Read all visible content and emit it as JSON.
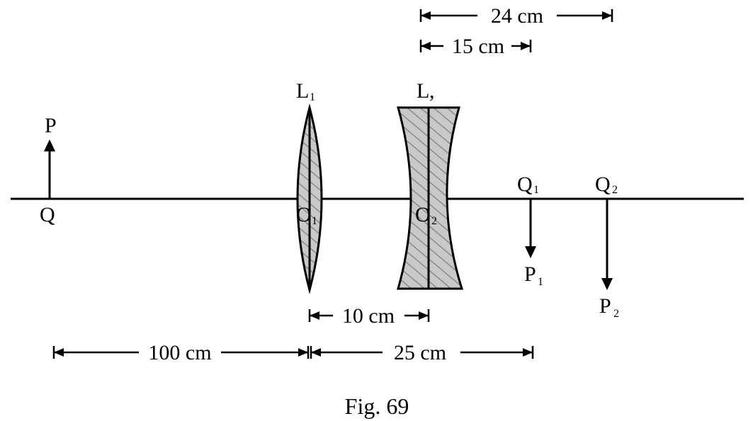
{
  "labels": {
    "object_top": "P",
    "object_base": "Q",
    "lens1": "L",
    "lens1_sub": "1",
    "lens2": "L",
    "lens2_sub": ",",
    "center1": "O",
    "center1_sub": "1",
    "center2": "O",
    "center2_sub": "2",
    "image1_base": "Q",
    "image1_base_sub": "1",
    "image1_tip": "P",
    "image1_tip_sub": "1",
    "image2_base": "Q",
    "image2_base_sub": "2",
    "image2_tip": "P",
    "image2_tip_sub": "2"
  },
  "dimensions": {
    "d_24": "24 cm",
    "d_15": "15 cm",
    "d_10": "10 cm",
    "d_100": "100 cm",
    "d_25": "25 cm"
  },
  "caption": "Fig. 69",
  "colors": {
    "ink": "#000000",
    "hatch_fill": "#c9c9c9",
    "hatch_line": "#8a8a8a"
  }
}
